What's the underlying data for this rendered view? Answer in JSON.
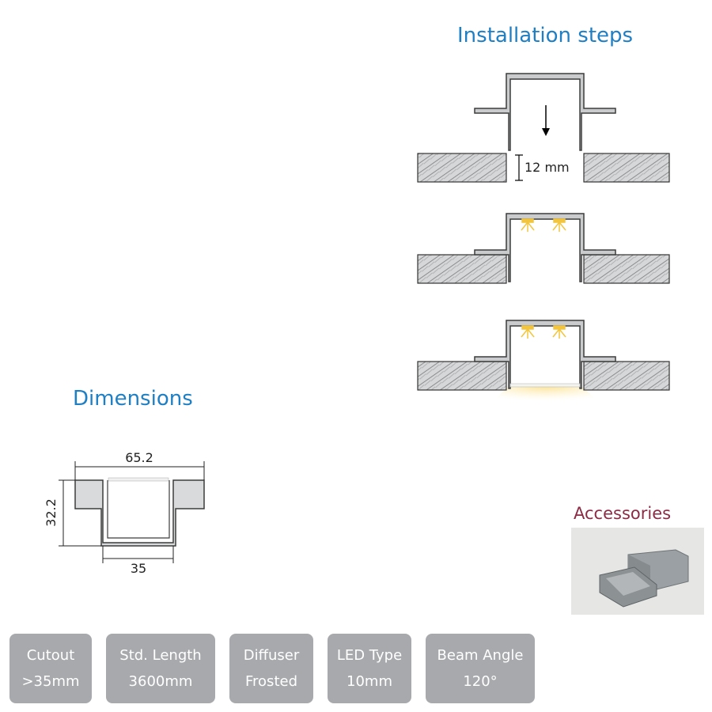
{
  "headings": {
    "installation": "Installation steps",
    "dimensions": "Dimensions",
    "accessories": "Accessories"
  },
  "installation": {
    "depth_label": "12 mm"
  },
  "dimensions": {
    "width": "65.2",
    "height": "32.2",
    "channel_width": "35"
  },
  "specs": [
    {
      "label": "Cutout",
      "value": ">35mm"
    },
    {
      "label": "Std. Length",
      "value": "3600mm"
    },
    {
      "label": "Diffuser",
      "value": "Frosted"
    },
    {
      "label": "LED Type",
      "value": "10mm"
    },
    {
      "label": "Beam Angle",
      "value": "120°"
    }
  ],
  "colors": {
    "heading_blue": "#1f7fc4",
    "accessories_red": "#8c2b45",
    "spec_gray": "#a7a9ac",
    "profile_gray": "#b8babb",
    "led_yellow": "#f2c53d"
  },
  "icons": [
    "down-arrow-icon",
    "led-light-icon",
    "end-cap-photo"
  ]
}
